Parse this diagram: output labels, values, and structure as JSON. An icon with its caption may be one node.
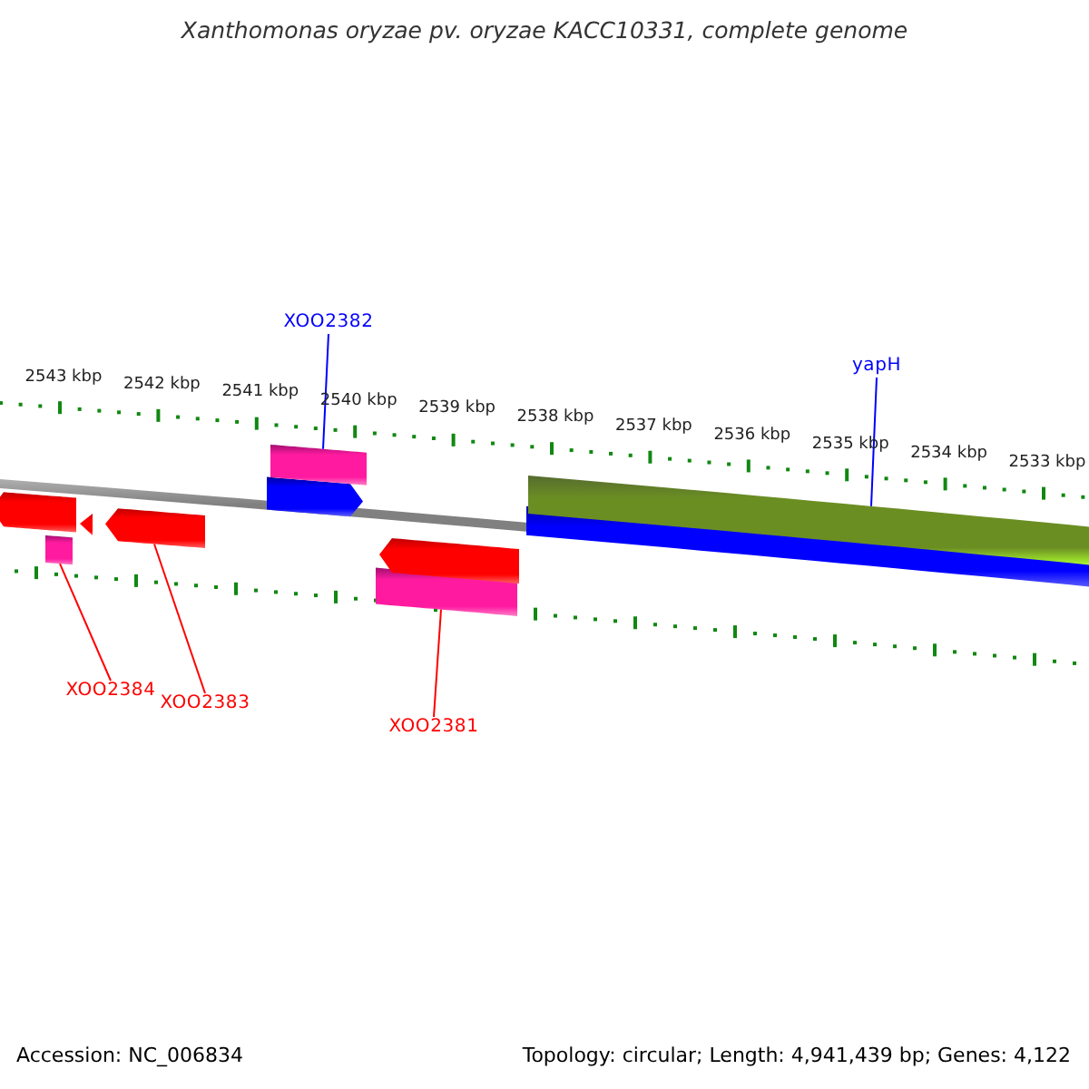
{
  "diagram": {
    "title": "Xanthomonas oryzae pv. oryzae KACC10331, complete genome",
    "nodes": [
      {
        "text": [
          "XOO2382"
        ]
      },
      {
        "text": [
          "yapH"
        ]
      },
      {
        "text": [
          "XOO2384"
        ]
      },
      {
        "text": [
          "XOO2383"
        ]
      },
      {
        "text": [
          "XOO2381"
        ]
      },
      {
        "text": [],
        "shape": "bar"
      },
      {
        "text": [],
        "shape": "bar"
      },
      {
        "text": [],
        "shape": "bar"
      },
      {
        "text": [],
        "shape": "bar"
      },
      {
        "text": [],
        "shape": "bar"
      },
      {
        "text": [],
        "shape": "bar"
      },
      {
        "text": [],
        "shape": "bar"
      },
      {
        "text": [],
        "shape": "bar"
      },
      {
        "text": [],
        "shape": "bar"
      },
      {
        "text": [],
        "shape": "bar"
      }
    ],
    "edges": [
      {
        "from": 0,
        "to": 10,
        "arrow": "none",
        "color": "#0000ff"
      },
      {
        "from": 1,
        "to": 14,
        "arrow": "none",
        "color": "#0000ff"
      },
      {
        "from": 2,
        "to": 6,
        "arrow": "none"
      },
      {
        "from": 3,
        "to": 8,
        "arrow": "none"
      },
      {
        "from": 4,
        "to": 11,
        "arrow": "none"
      }
    ],
    "labels": [
      "2543 kbp",
      "2542 kbp",
      "2541 kbp",
      "2540 kbp",
      "2539 kbp",
      "2538 kbp",
      "2537 kbp",
      "2536 kbp",
      "2535 kbp",
      "2534 kbp",
      "2533 kbp",
      "Accession: NC_006834",
      "Topology: circular; Length: 4,941,439 bp; Genes: 4,122"
    ]
  }
}
